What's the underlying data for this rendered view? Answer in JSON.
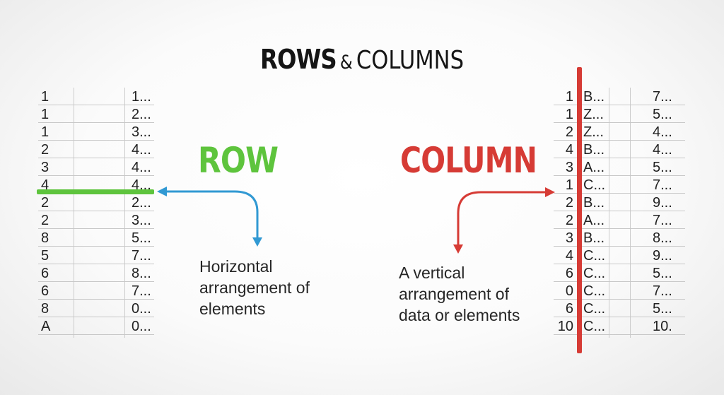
{
  "title": {
    "part1": "ROWS",
    "amp": "&",
    "part2": "COLUMNS"
  },
  "colors": {
    "row_accent": "#5ec43d",
    "row_arrow": "#3199d3",
    "column_accent": "#d63b35"
  },
  "left_table": {
    "highlight_index": 5,
    "rows": [
      {
        "a": "1",
        "b": "1..."
      },
      {
        "a": "1",
        "b": "2..."
      },
      {
        "a": "1",
        "b": "3..."
      },
      {
        "a": "2",
        "b": "4..."
      },
      {
        "a": "3",
        "b": "4..."
      },
      {
        "a": "4",
        "b": "4..."
      },
      {
        "a": "2",
        "b": "2..."
      },
      {
        "a": "2",
        "b": "3..."
      },
      {
        "a": "8",
        "b": "5..."
      },
      {
        "a": "5",
        "b": "7..."
      },
      {
        "a": "6",
        "b": "8..."
      },
      {
        "a": "6",
        "b": "7..."
      },
      {
        "a": "8",
        "b": "0..."
      },
      {
        "a": "A",
        "b": "0..."
      }
    ]
  },
  "right_table": {
    "highlight_column": 1,
    "rows": [
      {
        "a": "1",
        "b": "B...",
        "c": "7..."
      },
      {
        "a": "1",
        "b": "Z...",
        "c": "5..."
      },
      {
        "a": "2",
        "b": "Z...",
        "c": "4..."
      },
      {
        "a": "4",
        "b": "B...",
        "c": "4..."
      },
      {
        "a": "3",
        "b": "A...",
        "c": "5..."
      },
      {
        "a": "1",
        "b": "C...",
        "c": "7..."
      },
      {
        "a": "2",
        "b": "B...",
        "c": "9..."
      },
      {
        "a": "2",
        "b": "A...",
        "c": "7..."
      },
      {
        "a": "3",
        "b": "B...",
        "c": "8..."
      },
      {
        "a": "4",
        "b": "C...",
        "c": "9..."
      },
      {
        "a": "6",
        "b": "C...",
        "c": "5..."
      },
      {
        "a": "0",
        "b": "C...",
        "c": "7..."
      },
      {
        "a": "6",
        "b": "C...",
        "c": "5..."
      },
      {
        "a": "10",
        "b": "C...",
        "c": "10."
      }
    ]
  },
  "row_label": "ROW",
  "row_description": [
    "Horizontal",
    "arrangement of",
    "elements"
  ],
  "column_label": "COLUMN",
  "column_description": [
    "A vertical",
    "arrangement of",
    "data or elements"
  ]
}
